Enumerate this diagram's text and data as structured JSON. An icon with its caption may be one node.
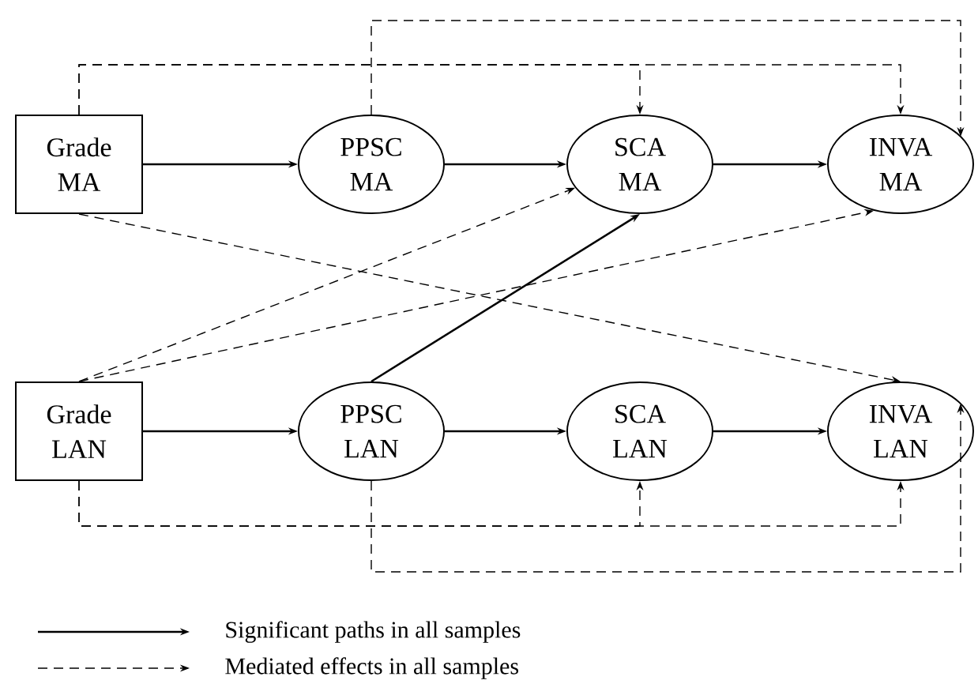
{
  "diagram": {
    "nodes": [
      {
        "text": [
          "Grade MA"
        ]
      },
      {
        "text": [
          "PPSC MA"
        ]
      },
      {
        "text": [
          "SCA MA"
        ]
      },
      {
        "text": [
          "INVA MA"
        ]
      },
      {
        "text": [
          "Grade LAN"
        ]
      },
      {
        "text": [
          "PPSC LAN"
        ]
      },
      {
        "text": [
          "SCA LAN"
        ]
      },
      {
        "text": [
          "INVA LAN"
        ]
      }
    ],
    "edges": [
      {
        "from": 0,
        "to": 1,
        "arrow": "to"
      },
      {
        "from": 1,
        "to": 2,
        "arrow": "to"
      },
      {
        "from": 2,
        "to": 3,
        "arrow": "to"
      },
      {
        "from": 4,
        "to": 5,
        "arrow": "to"
      },
      {
        "from": 5,
        "to": 6,
        "arrow": "to"
      },
      {
        "from": 6,
        "to": 7,
        "arrow": "to"
      },
      {
        "from": 5,
        "to": 2,
        "arrow": "to"
      },
      {
        "from": 0,
        "to": 2,
        "arrow": "to",
        "style": "dashed"
      },
      {
        "from": 0,
        "to": 3,
        "arrow": "to",
        "style": "dashed"
      },
      {
        "from": 1,
        "to": 3,
        "arrow": "to",
        "style": "dashed"
      },
      {
        "from": 0,
        "to": 7,
        "arrow": "to",
        "style": "dashed"
      },
      {
        "from": 4,
        "to": 2,
        "arrow": "to",
        "style": "dashed"
      },
      {
        "from": 4,
        "to": 3,
        "arrow": "to",
        "style": "dashed"
      },
      {
        "from": 4,
        "to": 6,
        "arrow": "to",
        "style": "dashed"
      },
      {
        "from": 4,
        "to": 7,
        "arrow": "to",
        "style": "dashed"
      },
      {
        "from": 5,
        "to": 7,
        "arrow": "to",
        "style": "dashed"
      }
    ],
    "legend": [
      {
        "text": "Significant paths in all samples"
      },
      {
        "text": "Mediated effects in all samples"
      }
    ]
  }
}
